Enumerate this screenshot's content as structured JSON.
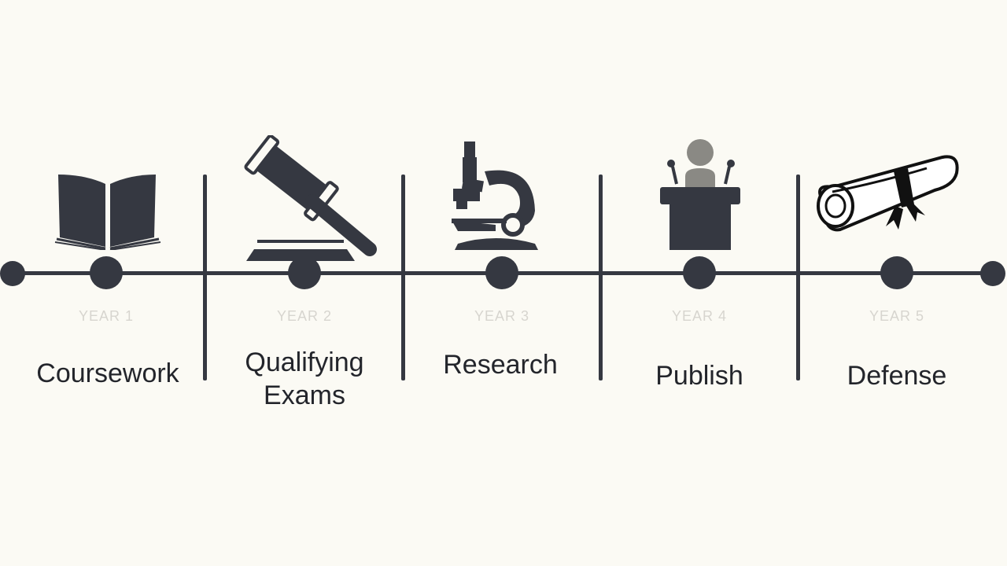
{
  "colors": {
    "background": "#fbfaf4",
    "ink": "#353841",
    "year_text": "#d7d5cf",
    "label_text": "#23252b",
    "muted_icon": "#8a8984"
  },
  "stages": [
    {
      "year": "YEAR 1",
      "label": "Coursework",
      "icon": "book-icon"
    },
    {
      "year": "YEAR 2",
      "label_line1": "Qualifying",
      "label_line2": "Exams",
      "icon": "gavel-icon"
    },
    {
      "year": "YEAR 3",
      "label": "Research",
      "icon": "microscope-icon"
    },
    {
      "year": "YEAR 4",
      "label": "Publish",
      "icon": "podium-icon"
    },
    {
      "year": "YEAR 5",
      "label": "Defense",
      "icon": "diploma-icon"
    }
  ]
}
